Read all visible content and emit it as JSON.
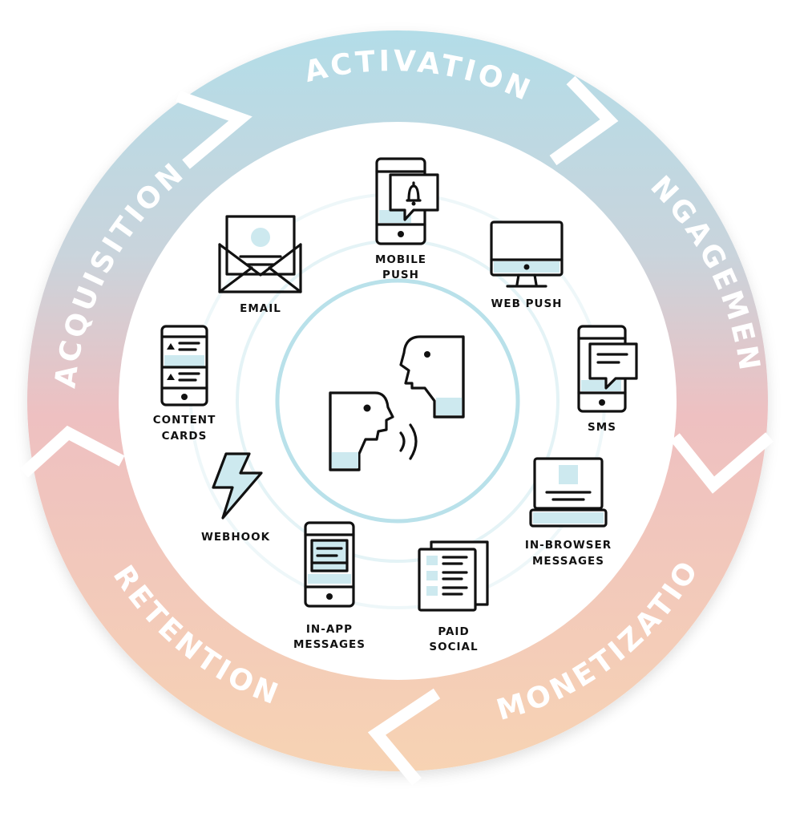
{
  "stages": {
    "activation": "ACTIVATION",
    "engagement": "ENGAGEMENT",
    "monetization": "MONETIZATION",
    "retention": "RETENTION",
    "acquisition": "ACQUISITION"
  },
  "channels": {
    "mobile_push": [
      "MOBILE",
      "PUSH"
    ],
    "web_push": [
      "WEB PUSH"
    ],
    "email": [
      "EMAIL"
    ],
    "sms": [
      "SMS"
    ],
    "content_cards": [
      "CONTENT",
      "CARDS"
    ],
    "in_browser_messages": [
      "IN-BROWSER",
      "MESSAGES"
    ],
    "webhook": [
      "WEBHOOK"
    ],
    "paid_social": [
      "PAID",
      "SOCIAL"
    ],
    "in_app_messages": [
      "IN-APP",
      "MESSAGES"
    ]
  },
  "colors": {
    "ring_top": "#b6dfe8",
    "ring_middle": "#eec1c2",
    "ring_bottom": "#f6d2b5",
    "icon_accent": "#cde9ef",
    "inner_circle_stroke": "#b9e1ea",
    "icon_stroke": "#111111"
  },
  "icons": {
    "center": "two-faces-talking-icon"
  }
}
